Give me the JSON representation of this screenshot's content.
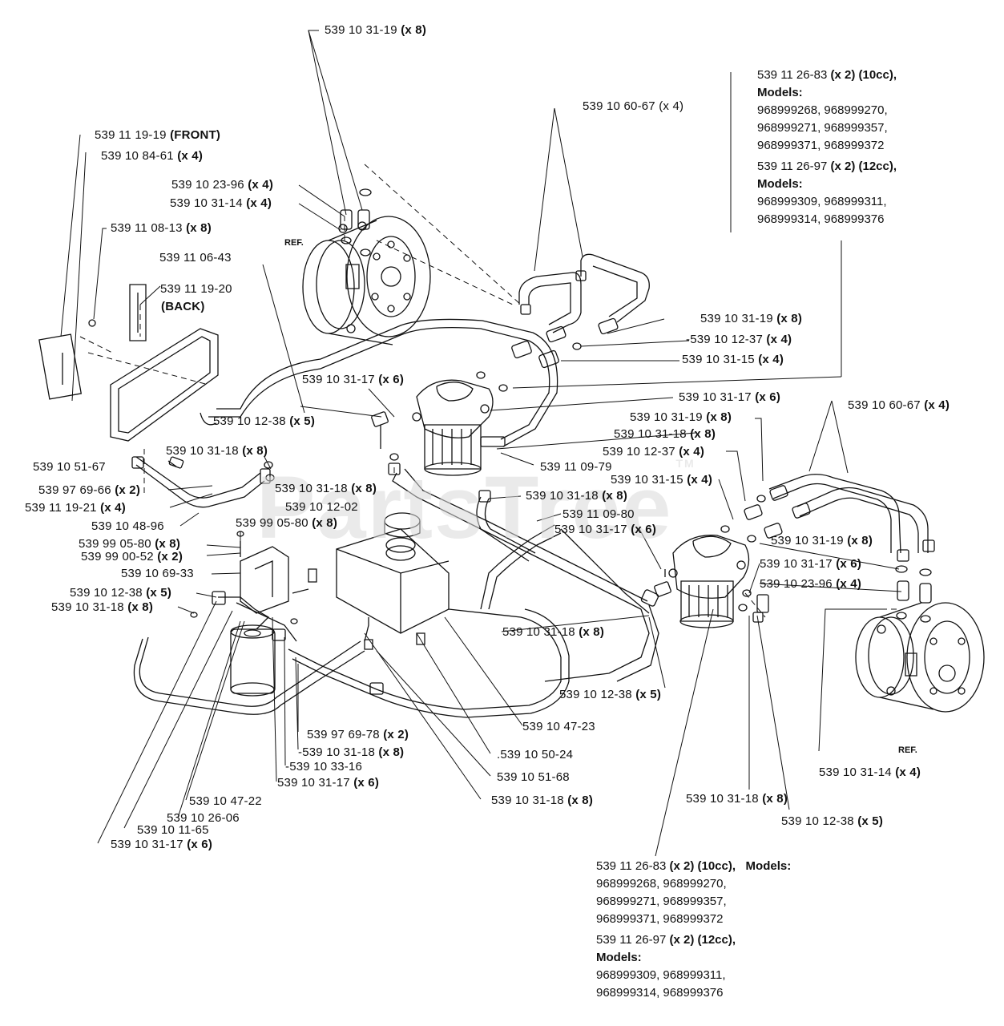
{
  "watermark": "PartsTree",
  "watermark_tm": "TM",
  "ref_label": "REF.",
  "parts": [
    {
      "id": "p1",
      "pn": "539 10 31-19",
      "q": "(x 8)"
    },
    {
      "id": "p2",
      "pn": "539 10 60-67",
      "q": "(x 4)"
    },
    {
      "id": "p3",
      "pn": "539 11 19-19",
      "q": "(FRONT)"
    },
    {
      "id": "p4",
      "pn": "539 10 84-61",
      "q": "(x 4)"
    },
    {
      "id": "p5",
      "pn": "539 10 23-96",
      "q": "(x 4)"
    },
    {
      "id": "p6",
      "pn": "539 10 31-14",
      "q": "(x 4)"
    },
    {
      "id": "p7",
      "pn": "539 11 08-13",
      "q": "(x 8)"
    },
    {
      "id": "p8",
      "pn": "539 11 06-43",
      "q": ""
    },
    {
      "id": "p9",
      "pn": "539 11 19-20",
      "q": ""
    },
    {
      "id": "p10",
      "pn": "539 10 31-19",
      "q": "(x 8)"
    },
    {
      "id": "p11",
      "pn": "539 10 12-37",
      "q": "(x 4)"
    },
    {
      "id": "p12",
      "pn": "539 10 31-15",
      "q": "(x 4)"
    },
    {
      "id": "p13",
      "pn": "539 10 31-17",
      "q": "(x 6)"
    },
    {
      "id": "p14",
      "pn": "539 10 31-17",
      "q": "(x 6)"
    },
    {
      "id": "p15",
      "pn": "539 10 60-67",
      "q": "(x 4)"
    },
    {
      "id": "p16",
      "pn": "539 10 12-38",
      "q": "(x 5)"
    },
    {
      "id": "p17",
      "pn": "539 10 31-19",
      "q": "(x 8)"
    },
    {
      "id": "p18",
      "pn": "539 10 31-18",
      "q": "(x 8)"
    },
    {
      "id": "p19",
      "pn": "539 10 12-37",
      "q": "(x 4)"
    },
    {
      "id": "p20",
      "pn": "539 10 31-18",
      "q": "(x 8)"
    },
    {
      "id": "p21",
      "pn": "539 11 09-79",
      "q": ""
    },
    {
      "id": "p22",
      "pn": "539 10 51-67",
      "q": ""
    },
    {
      "id": "p23",
      "pn": "539 10 31-15",
      "q": "(x 4)"
    },
    {
      "id": "p24",
      "pn": "539 97 69-66",
      "q": "(x 2)"
    },
    {
      "id": "p25",
      "pn": "539 10 31-18",
      "q": "(x 8)"
    },
    {
      "id": "p26",
      "pn": "539 10 31-18",
      "q": "(x 8)"
    },
    {
      "id": "p27",
      "pn": "539 11 19-21",
      "q": "(x 4)"
    },
    {
      "id": "p28",
      "pn": "539 10 12-02",
      "q": ""
    },
    {
      "id": "p29",
      "pn": "539 11 09-80",
      "q": ""
    },
    {
      "id": "p30",
      "pn": "539 10 48-96",
      "q": ""
    },
    {
      "id": "p31",
      "pn": "539 99 05-80",
      "q": "(x 8)"
    },
    {
      "id": "p32",
      "pn": "539 10 31-17",
      "q": "(x 6)"
    },
    {
      "id": "p33",
      "pn": "539 99 05-80",
      "q": "(x 8)"
    },
    {
      "id": "p34",
      "pn": "539 10 31-19",
      "q": "(x 8)"
    },
    {
      "id": "p35",
      "pn": "539 99 00-52",
      "q": "(x 2)"
    },
    {
      "id": "p36",
      "pn": "539 10 31-17",
      "q": "(x 6)"
    },
    {
      "id": "p37",
      "pn": "539 10 69-33",
      "q": ""
    },
    {
      "id": "p38",
      "pn": "539 10 23-96",
      "q": "(x 4)"
    },
    {
      "id": "p39",
      "pn": "539 10 12-38",
      "q": "(x 5)"
    },
    {
      "id": "p40",
      "pn": "539 10 31-18",
      "q": "(x 8)"
    },
    {
      "id": "p41",
      "pn": "539 10 31-18",
      "q": "(x 8)"
    },
    {
      "id": "p42",
      "pn": "539 10 12-38",
      "q": "(x 5)"
    },
    {
      "id": "p43",
      "pn": "539 10 47-23",
      "q": ""
    },
    {
      "id": "p44",
      "pn": "539 97 69-78",
      "q": "(x 2)"
    },
    {
      "id": "p45",
      "pn": "539 10 31-18",
      "q": "(x 8)"
    },
    {
      "id": "p46",
      "pn": "539 10 50-24",
      "q": ""
    },
    {
      "id": "p47",
      "pn": "539 10 33-16",
      "q": ""
    },
    {
      "id": "p48",
      "pn": "539 10 51-68",
      "q": ""
    },
    {
      "id": "p49",
      "pn": "539 10 31-14",
      "q": "(x 4)"
    },
    {
      "id": "p50",
      "pn": "539 10 31-17",
      "q": "(x 6)"
    },
    {
      "id": "p51",
      "pn": "539 10 31-18",
      "q": "(x 8)"
    },
    {
      "id": "p52",
      "pn": "539 10 47-22",
      "q": ""
    },
    {
      "id": "p53",
      "pn": "539 10 26-06",
      "q": ""
    },
    {
      "id": "p54",
      "pn": "539 10 31-18",
      "q": "(x 8)"
    },
    {
      "id": "p55",
      "pn": "539 10 12-38",
      "q": "(x 5)"
    },
    {
      "id": "p56",
      "pn": "539 10 11-65",
      "q": ""
    },
    {
      "id": "p57",
      "pn": "539 10 31-17",
      "q": "(x 6)"
    }
  ],
  "back_label": "(BACK)",
  "notes_top": {
    "a_pn": "539 11 26-83",
    "a_q": "(x 2) (10cc),",
    "models_label": "Models:",
    "a_line1": "968999268, 968999270,",
    "a_line2": "968999271, 968999357,",
    "a_line3": "968999371, 968999372",
    "b_pn": "539 11 26-97",
    "b_q": "(x 2) (12cc),",
    "b_line1": "968999309, 968999311,",
    "b_line2": "968999314, 968999376"
  },
  "notes_bottom": {
    "a_pn": "539 11 26-83",
    "a_q": "(x 2) (10cc),",
    "models_label": "Models:",
    "a_line1": "968999268, 968999270,",
    "a_line2": "968999271, 968999357,",
    "a_line3": "968999371, 968999372",
    "b_pn": "539 11 26-97",
    "b_q": "(x 2) (12cc),",
    "b_line1": "968999309, 968999311,",
    "b_line2": "968999314, 968999376"
  }
}
